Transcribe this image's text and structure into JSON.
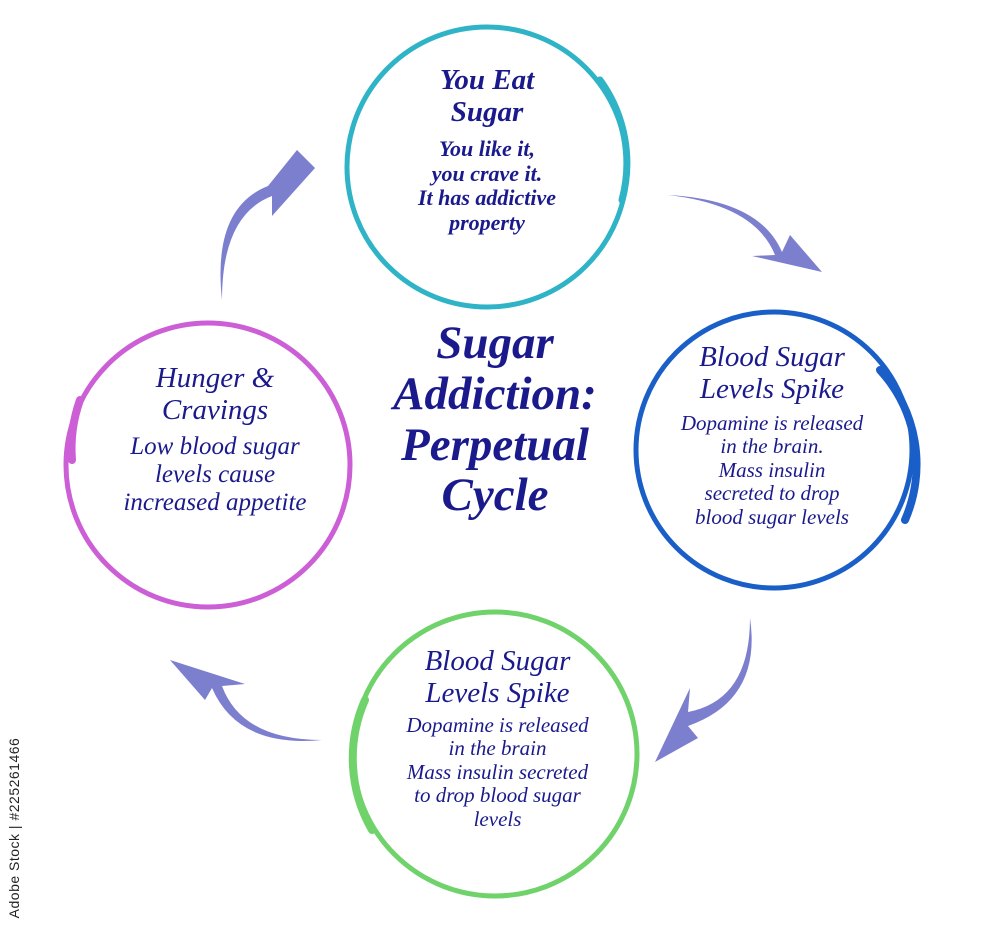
{
  "title_lines": [
    "Sugar",
    "Addiction:",
    "Perpetual",
    "Cycle"
  ],
  "nodes": [
    {
      "id": "eat",
      "color": "#2fb3c6",
      "title_lines": [
        "You Eat",
        "Sugar"
      ],
      "body_lines": [
        "You like it,",
        "you crave it.",
        "It has addictive",
        "property"
      ]
    },
    {
      "id": "spike-right",
      "color": "#1a5fc7",
      "title_lines": [
        "Blood Sugar",
        "Levels Spike"
      ],
      "body_lines": [
        "Dopamine is released",
        "in the brain.",
        "Mass insulin",
        "secreted to drop",
        "blood  sugar levels"
      ]
    },
    {
      "id": "spike-bottom",
      "color": "#6fd26a",
      "title_lines": [
        "Blood Sugar",
        "Levels Spike"
      ],
      "body_lines": [
        "Dopamine is released",
        "in the brain",
        "Mass insulin secreted",
        "to drop blood sugar",
        "levels"
      ]
    },
    {
      "id": "hunger",
      "color": "#cc5fd6",
      "title_lines": [
        "Hunger &",
        "Cravings"
      ],
      "body_lines": [
        "Low blood sugar",
        "levels cause",
        "increased appetite"
      ]
    }
  ],
  "arrow_color": "#7c7fce",
  "stock_id": "Adobe Stock | #225261466"
}
